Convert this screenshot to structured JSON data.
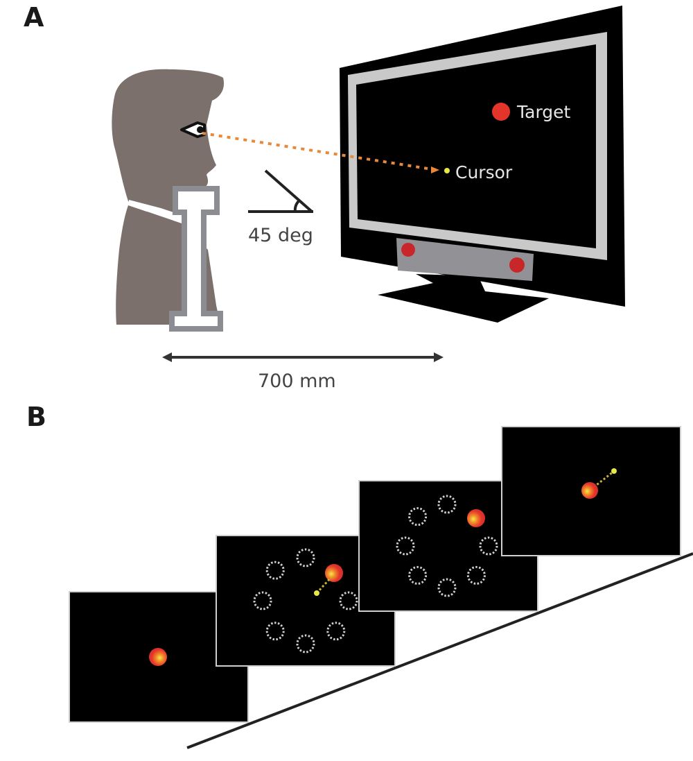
{
  "figure": {
    "panel_a": {
      "label": "A",
      "target_label": "Target",
      "cursor_label": "Cursor",
      "angle_label": "45 deg",
      "distance_label": "700 mm"
    },
    "panel_b": {
      "label": "B",
      "screens": [
        {
          "name": "fixation",
          "placeholder_count": 0,
          "cursor_line": false
        },
        {
          "name": "targets-shown-cursor-moving",
          "placeholder_count": 7,
          "cursor_line": true
        },
        {
          "name": "cursor-on-target",
          "placeholder_count": 7,
          "cursor_line": false
        },
        {
          "name": "feedback",
          "placeholder_count": 0,
          "cursor_line": true
        }
      ]
    },
    "colors": {
      "head": "#7b706c",
      "chinrest": "#8c8d92",
      "gaze_line": "#e8893a",
      "target": "#e5352a",
      "cursor": "#e6e84a",
      "monitor": "#000000",
      "bezel_inner": "#c9c9c9",
      "sensor_bar": "#929296",
      "sensor_dot": "#c9262a",
      "placeholder_ring": "#cfcfcf"
    }
  }
}
